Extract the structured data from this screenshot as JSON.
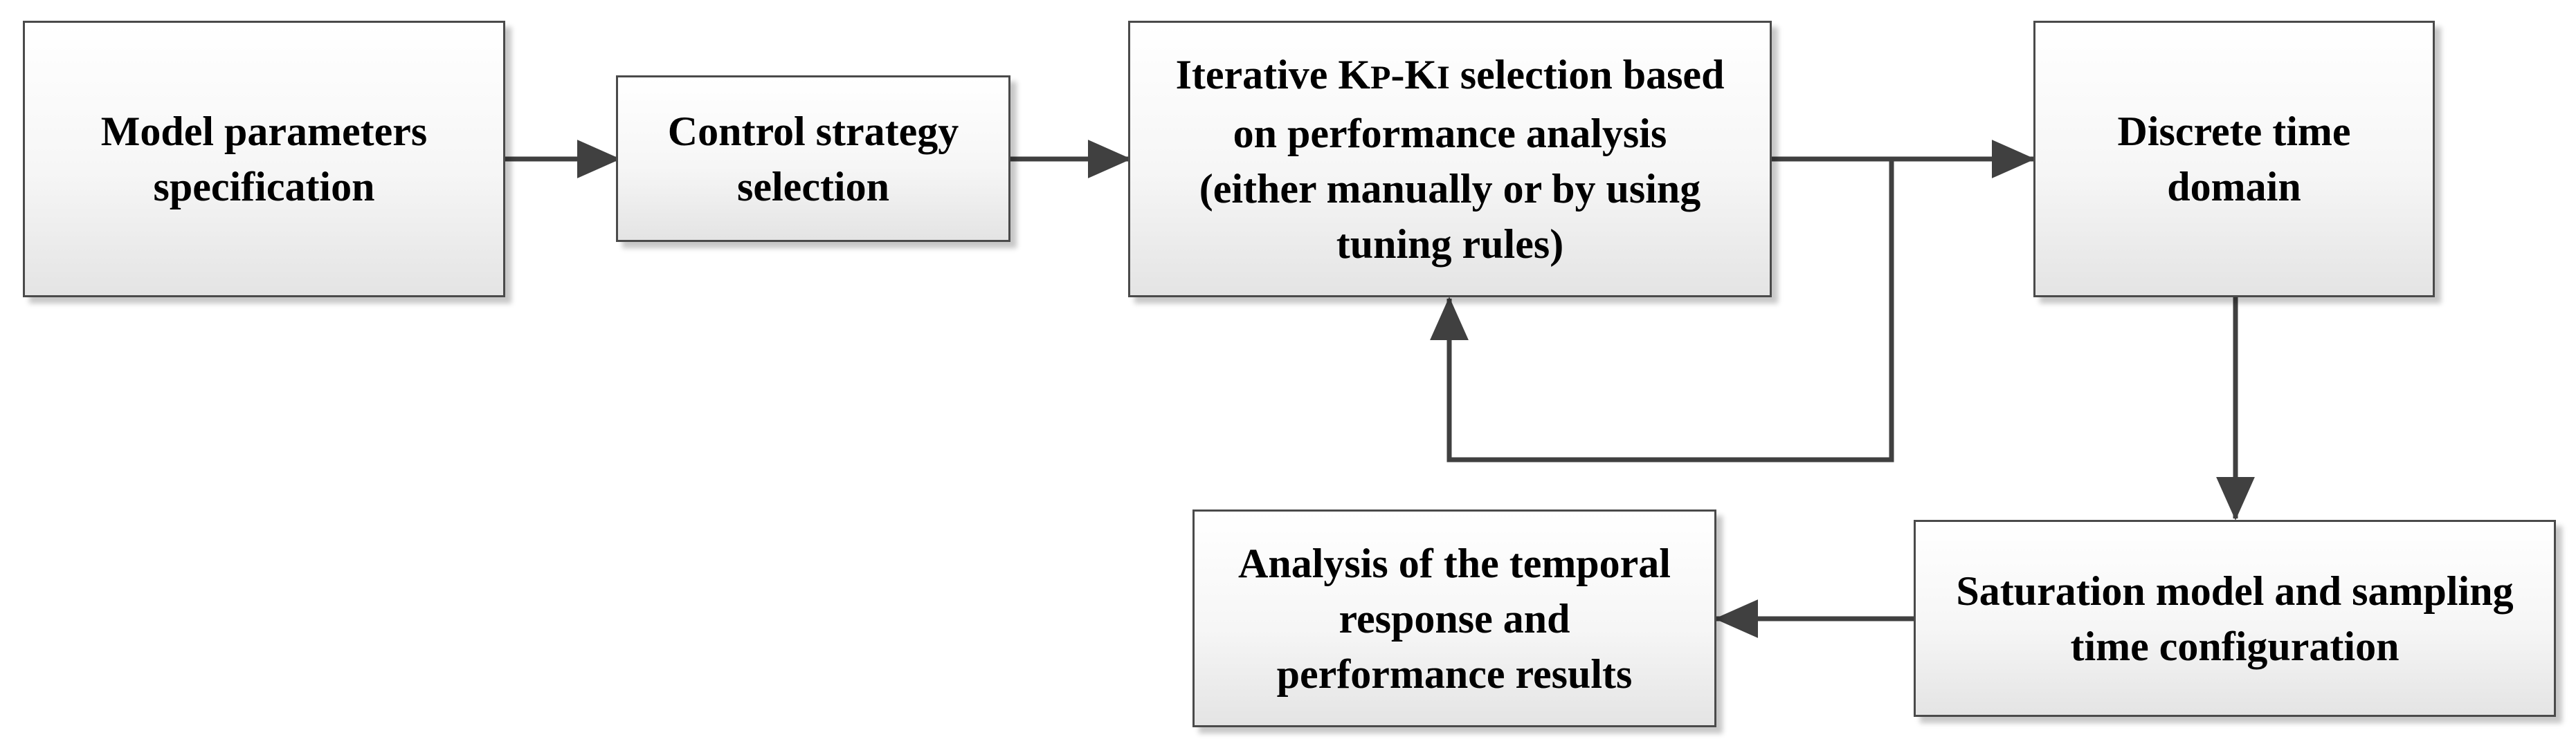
{
  "nodes": [
    {
      "id": "model-params",
      "lines": [
        "Model parameters",
        "specification"
      ]
    },
    {
      "id": "control-strategy",
      "lines": [
        "Control strategy",
        "selection"
      ]
    },
    {
      "id": "iterative-selection",
      "title_parts": {
        "prefix": "Iterative K",
        "sub_p": "P",
        "dash": "-K",
        "sub_i": "I",
        "suffix": " selection based"
      },
      "lines": [
        "on performance analysis",
        "(either manually or by using",
        "tuning rules)"
      ]
    },
    {
      "id": "discrete-time",
      "lines": [
        "Discrete time",
        "domain"
      ]
    },
    {
      "id": "saturation-model",
      "lines": [
        "Saturation model and sampling",
        "time configuration"
      ]
    },
    {
      "id": "analysis-results",
      "lines": [
        "Analysis of the temporal",
        "response and",
        "performance results"
      ]
    }
  ],
  "edges": [
    {
      "from": "model-params",
      "to": "control-strategy"
    },
    {
      "from": "control-strategy",
      "to": "iterative-selection"
    },
    {
      "from": "iterative-selection",
      "to": "discrete-time"
    },
    {
      "from": "iterative-selection",
      "to": "iterative-selection",
      "kind": "feedback-loop"
    },
    {
      "from": "discrete-time",
      "to": "saturation-model"
    },
    {
      "from": "saturation-model",
      "to": "analysis-results"
    }
  ],
  "colors": {
    "line": "#404040",
    "box_border": "#4a4a4a",
    "box_fill_top": "#ffffff",
    "box_fill_bottom": "#e4e4e4",
    "text": "#000000"
  }
}
